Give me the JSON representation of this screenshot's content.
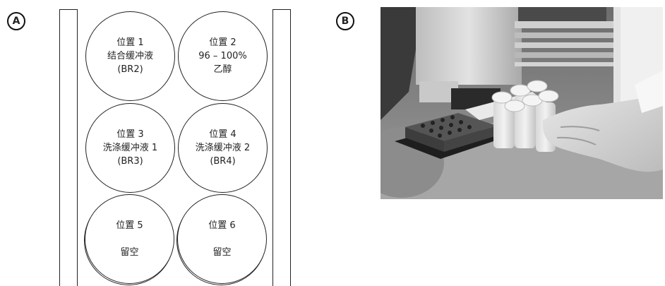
{
  "panels": {
    "a_label": "A",
    "b_label": "B"
  },
  "positions": [
    {
      "title": "位置 1",
      "line2": "结合缓冲液",
      "line3": "(BR2)"
    },
    {
      "title": "位置 2",
      "line2": "96 – 100%",
      "line3": "乙醇"
    },
    {
      "title": "位置 3",
      "line2": "洗涤缓冲液 1",
      "line3": "(BR3)"
    },
    {
      "title": "位置 4",
      "line2": "洗涤缓冲液 2",
      "line3": "(BR4)"
    },
    {
      "title": "位置 5",
      "line2": "留空"
    },
    {
      "title": "位置 6",
      "line2": "留空"
    }
  ]
}
